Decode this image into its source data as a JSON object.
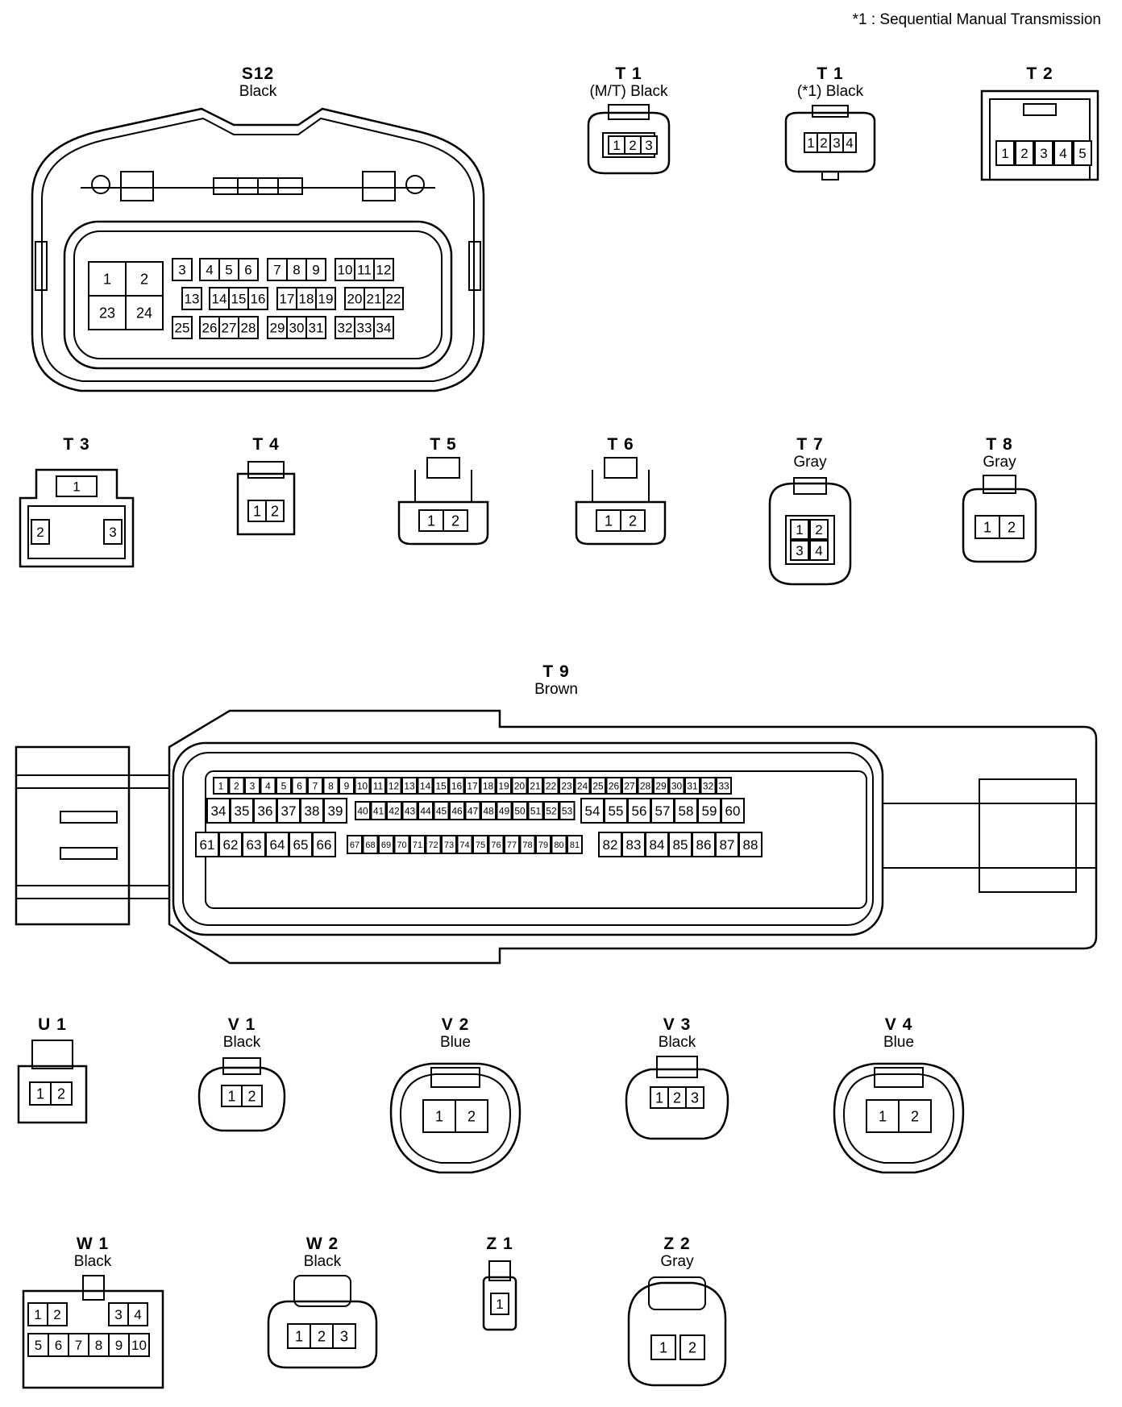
{
  "note": "*1 : Sequential Manual Transmission",
  "connectors": {
    "S12": {
      "id": "S12",
      "color": "Black",
      "pins": [
        "1",
        "2",
        "3",
        "4",
        "5",
        "6",
        "7",
        "8",
        "9",
        "10",
        "11",
        "12",
        "13",
        "14",
        "15",
        "16",
        "17",
        "18",
        "19",
        "20",
        "21",
        "22",
        "23",
        "24",
        "25",
        "26",
        "27",
        "28",
        "29",
        "30",
        "31",
        "32",
        "33",
        "34"
      ]
    },
    "T1_mt": {
      "id": "T 1",
      "color": "(M/T)  Black",
      "pins": [
        "1",
        "2",
        "3"
      ]
    },
    "T1_smt": {
      "id": "T 1",
      "color": "(*1)  Black",
      "pins": [
        "1",
        "2",
        "3",
        "4"
      ]
    },
    "T2": {
      "id": "T 2",
      "color": "",
      "pins": [
        "1",
        "2",
        "3",
        "4",
        "5"
      ]
    },
    "T3": {
      "id": "T 3",
      "color": "",
      "pins": [
        "1",
        "2",
        "3"
      ]
    },
    "T4": {
      "id": "T 4",
      "color": "",
      "pins": [
        "1",
        "2"
      ]
    },
    "T5": {
      "id": "T 5",
      "color": "",
      "pins": [
        "1",
        "2"
      ]
    },
    "T6": {
      "id": "T 6",
      "color": "",
      "pins": [
        "1",
        "2"
      ]
    },
    "T7": {
      "id": "T 7",
      "color": "Gray",
      "pins": [
        "1",
        "2",
        "3",
        "4"
      ]
    },
    "T8": {
      "id": "T 8",
      "color": "Gray",
      "pins": [
        "1",
        "2"
      ]
    },
    "T9": {
      "id": "T 9",
      "color": "Brown",
      "pin_count": 88
    },
    "U1": {
      "id": "U 1",
      "color": "",
      "pins": [
        "1",
        "2"
      ]
    },
    "V1": {
      "id": "V 1",
      "color": "Black",
      "pins": [
        "1",
        "2"
      ]
    },
    "V2": {
      "id": "V 2",
      "color": "Blue",
      "pins": [
        "1",
        "2"
      ]
    },
    "V3": {
      "id": "V 3",
      "color": "Black",
      "pins": [
        "1",
        "2",
        "3"
      ]
    },
    "V4": {
      "id": "V 4",
      "color": "Blue",
      "pins": [
        "1",
        "2"
      ]
    },
    "W1": {
      "id": "W 1",
      "color": "Black",
      "pins": [
        "1",
        "2",
        "3",
        "4",
        "5",
        "6",
        "7",
        "8",
        "9",
        "10"
      ]
    },
    "W2": {
      "id": "W 2",
      "color": "Black",
      "pins": [
        "1",
        "2",
        "3"
      ]
    },
    "Z1": {
      "id": "Z 1",
      "color": "",
      "pins": [
        "1"
      ]
    },
    "Z2": {
      "id": "Z 2",
      "color": "Gray",
      "pins": [
        "1",
        "2"
      ]
    }
  }
}
